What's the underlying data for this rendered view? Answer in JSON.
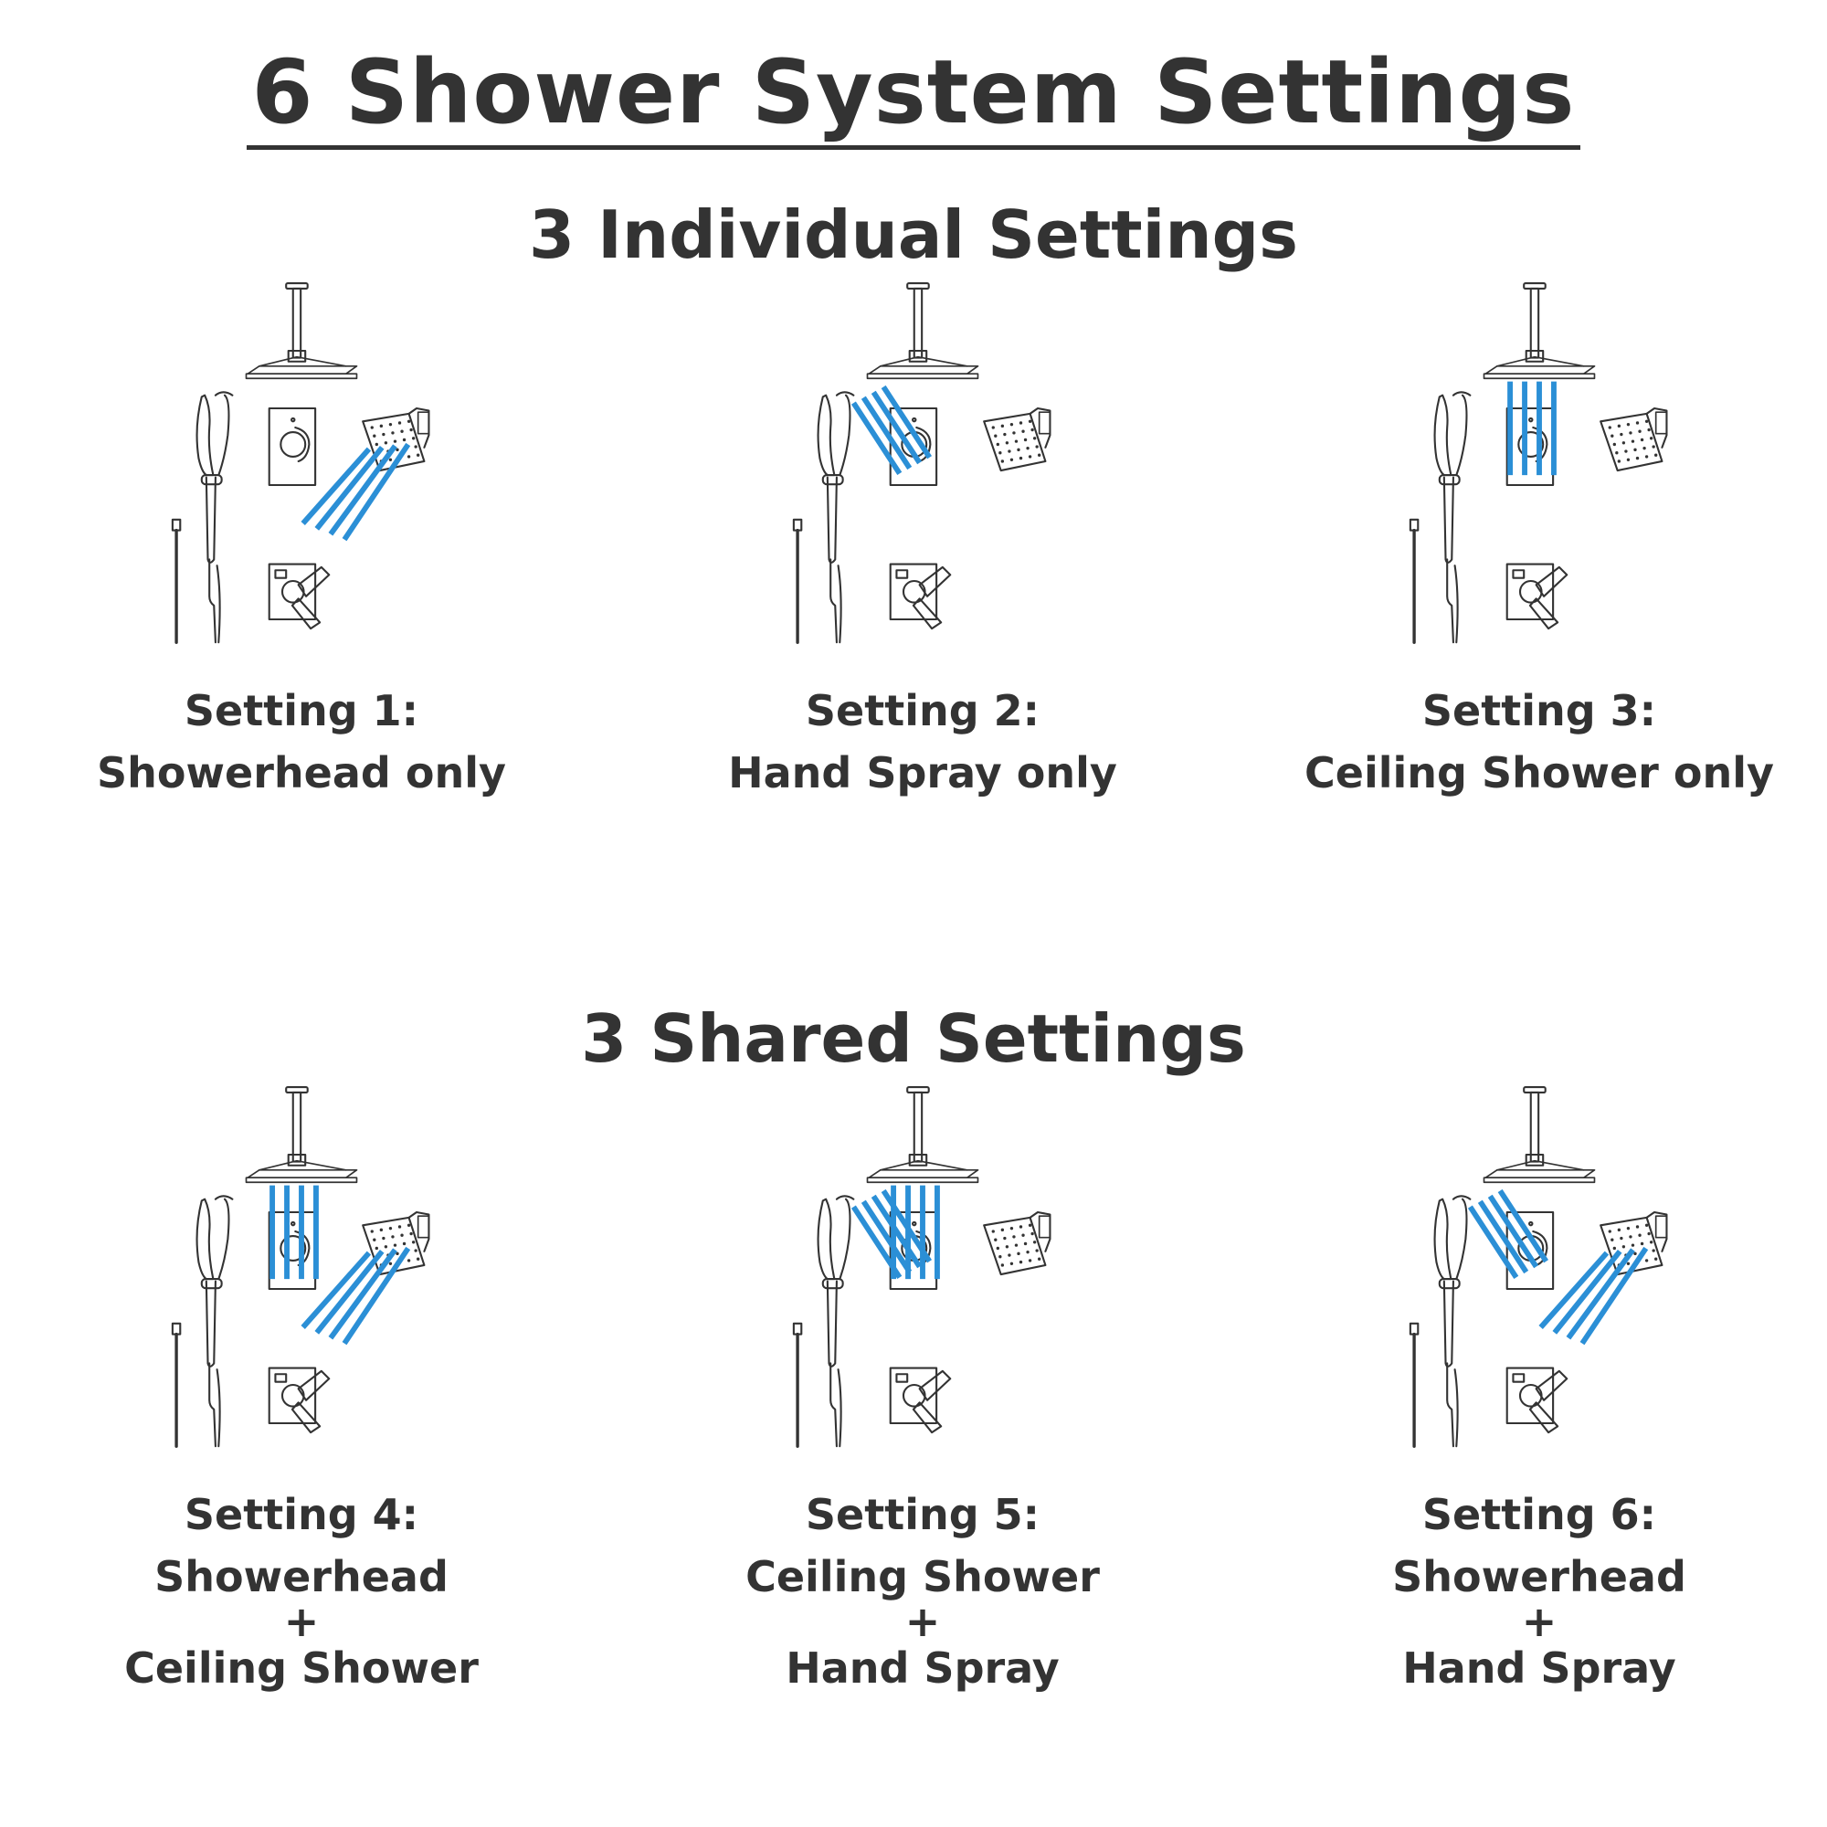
{
  "page": {
    "title": "6 Shower System Settings",
    "accent_color": "#2b8fd6",
    "line_color": "#333333"
  },
  "sections": [
    {
      "heading": "3 Individual Settings"
    },
    {
      "heading": "3 Shared Settings"
    }
  ],
  "settings": [
    {
      "label": "Setting 1:",
      "lines": [
        "Showerhead only"
      ],
      "active": [
        "showerhead"
      ]
    },
    {
      "label": "Setting 2:",
      "lines": [
        "Hand Spray only"
      ],
      "active": [
        "handspray"
      ]
    },
    {
      "label": "Setting 3:",
      "lines": [
        "Ceiling Shower only"
      ],
      "active": [
        "ceiling"
      ]
    },
    {
      "label": "Setting 4:",
      "lines": [
        "Showerhead",
        "+",
        "Ceiling Shower"
      ],
      "active": [
        "showerhead",
        "ceiling"
      ]
    },
    {
      "label": "Setting 5:",
      "lines": [
        "Ceiling Shower",
        "+",
        "Hand Spray"
      ],
      "active": [
        "ceiling",
        "handspray"
      ]
    },
    {
      "label": "Setting 6:",
      "lines": [
        "Showerhead",
        "+",
        "Hand Spray"
      ],
      "active": [
        "showerhead",
        "handspray"
      ]
    }
  ]
}
